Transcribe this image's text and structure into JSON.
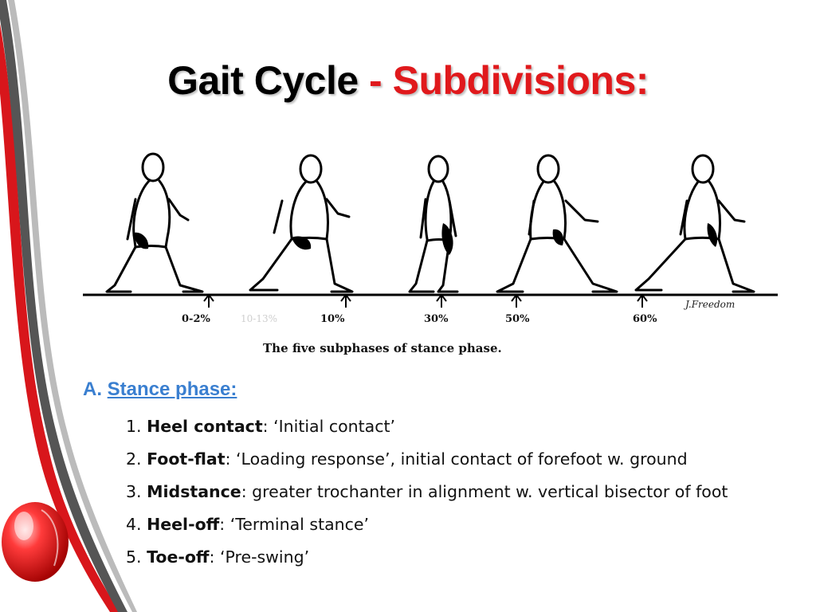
{
  "title": {
    "main": "Gait Cycle",
    "separator": " - ",
    "highlight": "Subdivisions:"
  },
  "figure": {
    "percent_labels": [
      "0-2%",
      "10%",
      "30%",
      "50%",
      "60%"
    ],
    "faint_label": "10-13%",
    "signature": "J.Freedom",
    "caption": "The five subphases of stance phase."
  },
  "section": {
    "letter": "A.",
    "label": "Stance phase:"
  },
  "items": [
    {
      "num": "1.",
      "term": "Heel contact",
      "desc": ": ‘Initial contact’"
    },
    {
      "num": "2.",
      "term": "Foot-flat",
      "desc": ": ‘Loading response’, initial contact of forefoot w. ground"
    },
    {
      "num": "3.",
      "term": "Midstance",
      "desc": ": greater trochanter in alignment w. vertical bisector of foot"
    },
    {
      "num": "4.",
      "term": "Heel-off",
      "desc": ": ‘Terminal stance’"
    },
    {
      "num": "5.",
      "term": "Toe-off",
      "desc": ": ‘Pre-swing’"
    }
  ],
  "colors": {
    "title_red": "#e0191c",
    "section_blue": "#3a7fd0",
    "accent_red": "#d8161b"
  }
}
